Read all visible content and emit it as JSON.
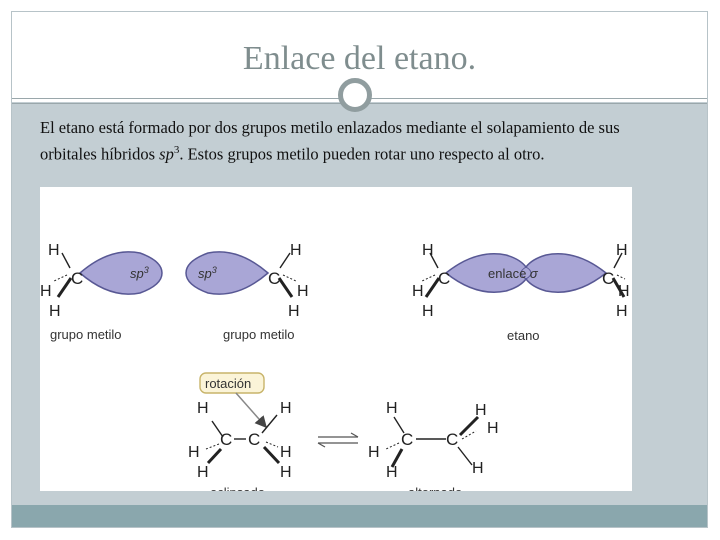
{
  "title": "Enlace del etano.",
  "body": {
    "text_before": "El etano está formado por dos grupos metilo enlazados mediante el solapamiento de sus orbitales híbridos ",
    "sp_base": "sp",
    "sp_exp": "3",
    "text_after": ". Estos grupos metilo pueden rotar uno respecto al otro."
  },
  "figure": {
    "atom_H": "H",
    "atom_C": "C",
    "orbital_sp_base": "sp",
    "orbital_sp_exp": "3",
    "sigma_label_base": "enlace ",
    "sigma_label_symbol": "σ",
    "label_grupo_metilo": "grupo metilo",
    "label_etano": "etano",
    "label_rotacion": "rotación",
    "label_eclipsado": "eclipsado",
    "label_alternado": "alternado"
  },
  "colors": {
    "orbital_fill": "#a9a6d6",
    "orbital_stroke": "#585894",
    "tag_fill": "#fbf4d8",
    "tag_stroke": "#c8b46a"
  }
}
